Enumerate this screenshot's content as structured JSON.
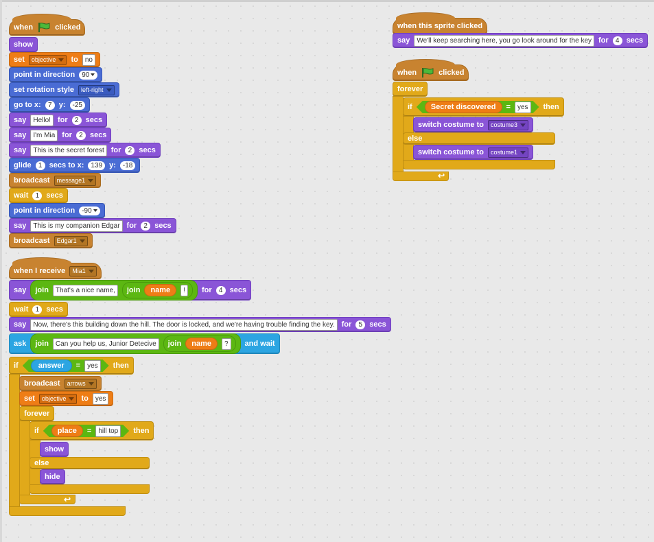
{
  "s1": {
    "hat": {
      "when": "when",
      "clicked": "clicked"
    },
    "show": "show",
    "set": {
      "kw": "set",
      "var": "objective",
      "to": "to",
      "val": "no"
    },
    "point1": {
      "kw": "point in direction",
      "val": "90"
    },
    "rot": {
      "kw": "set rotation style",
      "val": "left-right"
    },
    "goto": {
      "kw": "go to x:",
      "x": "7",
      "ykw": "y:",
      "y": "-25"
    },
    "say1": {
      "kw": "say",
      "msg": "Hello!",
      "for": "for",
      "n": "2",
      "secs": "secs"
    },
    "say2": {
      "kw": "say",
      "msg": "I'm Mia",
      "for": "for",
      "n": "2",
      "secs": "secs"
    },
    "say3": {
      "kw": "say",
      "msg": "This is the secret forest",
      "for": "for",
      "n": "2",
      "secs": "secs"
    },
    "glide": {
      "kw": "glide",
      "n": "1",
      "kw2": "secs to x:",
      "x": "139",
      "ykw": "y:",
      "y": "-18"
    },
    "bc1": {
      "kw": "broadcast",
      "msg": "message1"
    },
    "wait": {
      "kw": "wait",
      "n": "1",
      "secs": "secs"
    },
    "point2": {
      "kw": "point in direction",
      "val": "-90"
    },
    "say4": {
      "kw": "say",
      "msg": "This is my companion Edgar",
      "for": "for",
      "n": "2",
      "secs": "secs"
    },
    "bc2": {
      "kw": "broadcast",
      "msg": "Edgar1"
    }
  },
  "s2": {
    "hat": {
      "kw": "when I receive",
      "msg": "Mia1"
    },
    "say1": {
      "kw": "say",
      "join": "join",
      "t1": "That's a nice name,",
      "join2": "join",
      "var": "name",
      "t2": "!",
      "for": "for",
      "n": "4",
      "secs": "secs"
    },
    "wait": {
      "kw": "wait",
      "n": "1",
      "secs": "secs"
    },
    "say2": {
      "kw": "say",
      "msg": "Now, there's this building down the hill. The door is locked, and we're having trouble finding the key.",
      "for": "for",
      "n": "5",
      "secs": "secs"
    },
    "ask": {
      "kw": "ask",
      "join": "join",
      "t1": "Can you help us, Junior Detecive",
      "join2": "join",
      "var": "name",
      "t2": "?",
      "wait": "and wait"
    },
    "if1": {
      "kw": "if",
      "sense": "answer",
      "eq": "=",
      "val": "yes",
      "then": "then"
    },
    "bc": {
      "kw": "broadcast",
      "msg": "arrows"
    },
    "set": {
      "kw": "set",
      "var": "objective",
      "to": "to",
      "val": "yes"
    },
    "forever": "forever",
    "if2": {
      "kw": "if",
      "var": "place",
      "eq": "=",
      "val": "hill top",
      "then": "then"
    },
    "show": "show",
    "else": "else",
    "hide": "hide"
  },
  "s3": {
    "hat": {
      "kw": "when this sprite clicked"
    },
    "say": {
      "kw": "say",
      "msg": "We'll keep searching here, you go look around for the key",
      "for": "for",
      "n": "4",
      "secs": "secs"
    }
  },
  "s4": {
    "hat": {
      "when": "when",
      "clicked": "clicked"
    },
    "forever": "forever",
    "if": {
      "kw": "if",
      "var": "Secret discovered",
      "eq": "=",
      "val": "yes",
      "then": "then"
    },
    "sw1": {
      "kw": "switch costume to",
      "val": "costume3"
    },
    "else": "else",
    "sw2": {
      "kw": "switch costume to",
      "val": "costume1"
    }
  },
  "colors": {
    "motion": "#4a6cd4",
    "looks": "#8a55d7",
    "events": "#c88330",
    "data": "#ee7d16",
    "control": "#e1a91a",
    "operators": "#5cb712",
    "sensing": "#2ca5e2"
  }
}
